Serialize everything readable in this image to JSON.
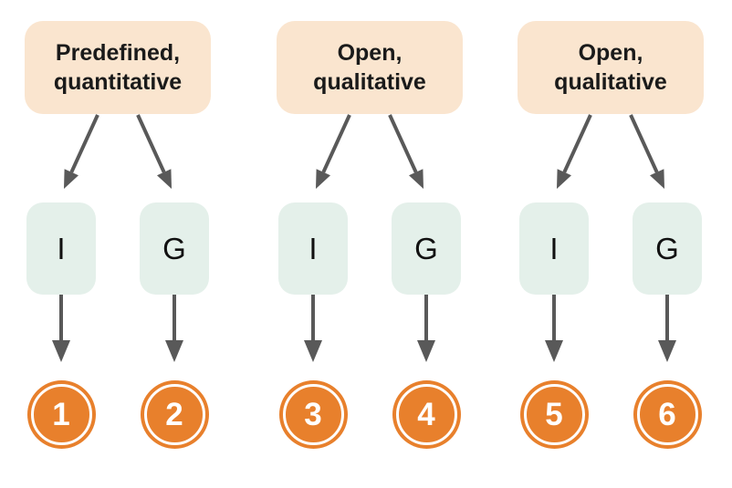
{
  "diagram": {
    "columns": [
      {
        "header_line1": "Predefined,",
        "header_line2": "quantitative",
        "left_node": "I",
        "right_node": "G",
        "left_number": "1",
        "right_number": "2"
      },
      {
        "header_line1": "Open,",
        "header_line2": "qualitative",
        "left_node": "I",
        "right_node": "G",
        "left_number": "3",
        "right_number": "4"
      },
      {
        "header_line1": "Open,",
        "header_line2": "qualitative",
        "left_node": "I",
        "right_node": "G",
        "left_number": "5",
        "right_number": "6"
      }
    ]
  },
  "colors": {
    "header_bg": "#FAE5CF",
    "node_bg": "#E4F0EA",
    "circle": "#E8802C",
    "arrow": "#595959",
    "text": "#1a1a1a"
  }
}
